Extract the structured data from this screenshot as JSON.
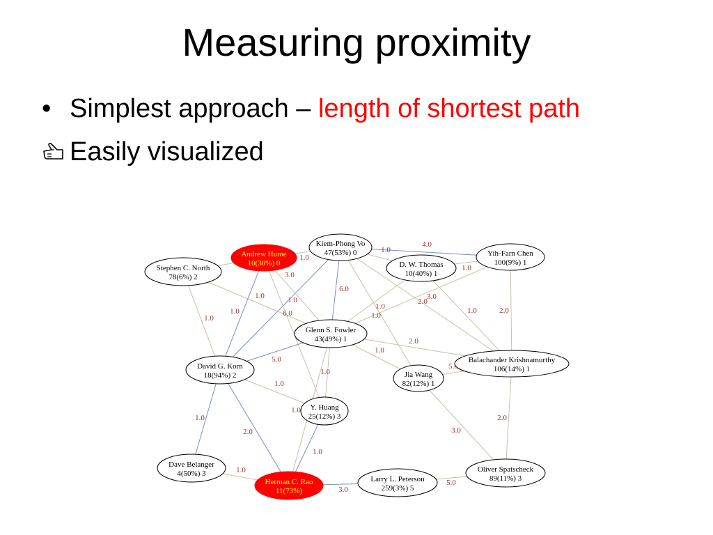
{
  "slide": {
    "title": "Measuring proximity",
    "bullet1_prefix": "Simplest approach – ",
    "bullet1_highlight": "length of shortest path",
    "bullet2": "Easily visualized",
    "bullet1_marker": "•",
    "bullet2_marker_icon": "hand-pointing-icon"
  },
  "colors": {
    "highlight": "#ff0000",
    "highlight_node_text": "#ffff00",
    "edge_label": "#a0302a"
  },
  "graph": {
    "nodes": [
      {
        "id": "kiem",
        "line1": "Kiem-Phong Vo",
        "line2": "47(53%) 0",
        "highlight": false
      },
      {
        "id": "andrew",
        "line1": "Andrew Hume",
        "line2": "10(30%) 0",
        "highlight": true
      },
      {
        "id": "stephen",
        "line1": "Stephen C. North",
        "line2": "78(6%) 2",
        "highlight": false
      },
      {
        "id": "yih",
        "line1": "Yih-Farn Chen",
        "line2": "100(9%) 1",
        "highlight": false
      },
      {
        "id": "thomas",
        "line1": "D. W. Thomas",
        "line2": "10(40%) 1",
        "highlight": false
      },
      {
        "id": "glenn",
        "line1": "Glenn S. Fowler",
        "line2": "43(49%) 1",
        "highlight": false
      },
      {
        "id": "korn",
        "line1": "David G. Korn",
        "line2": "18(94%) 2",
        "highlight": false
      },
      {
        "id": "bala",
        "line1": "Balachander Krishnamurthy",
        "line2": "106(14%) 1",
        "highlight": false
      },
      {
        "id": "jia",
        "line1": "Jia Wang",
        "line2": "82(12%) 1",
        "highlight": false
      },
      {
        "id": "huang",
        "line1": "Y. Huang",
        "line2": "25(12%) 3",
        "highlight": false
      },
      {
        "id": "dave",
        "line1": "Dave Belanger",
        "line2": "4(50%) 3",
        "highlight": false
      },
      {
        "id": "rao",
        "line1": "Herman C. Rao",
        "line2": "11(73%)",
        "highlight": true
      },
      {
        "id": "larry",
        "line1": "Larry L. Peterson",
        "line2": "259(3%) 5",
        "highlight": false
      },
      {
        "id": "oliver",
        "line1": "Oliver Spatscheck",
        "line2": "89(11%) 3",
        "highlight": false
      }
    ],
    "edges": [
      {
        "from": "kiem",
        "to": "yih",
        "label": "4.0"
      },
      {
        "from": "kiem",
        "to": "thomas",
        "label": "1.0"
      },
      {
        "from": "andrew",
        "to": "kiem",
        "label": "1.0"
      },
      {
        "from": "kiem",
        "to": "korn",
        "label": "3.0"
      },
      {
        "from": "kiem",
        "to": "glenn",
        "label": "6.0"
      },
      {
        "from": "kiem",
        "to": "jia",
        "label": "1.0"
      },
      {
        "from": "kiem",
        "to": "bala",
        "label": "2.0"
      },
      {
        "from": "stephen",
        "to": "andrew",
        "label": ""
      },
      {
        "from": "stephen",
        "to": "glenn",
        "label": "1.0"
      },
      {
        "from": "stephen",
        "to": "korn",
        "label": "1.0"
      },
      {
        "from": "andrew",
        "to": "korn",
        "label": "1.0"
      },
      {
        "from": "andrew",
        "to": "glenn",
        "label": "1.0"
      },
      {
        "from": "andrew",
        "to": "huang",
        "label": "6.0"
      },
      {
        "from": "thomas",
        "to": "yih",
        "label": "1.0"
      },
      {
        "from": "thomas",
        "to": "glenn",
        "label": "1.0"
      },
      {
        "from": "yih",
        "to": "glenn",
        "label": "3.0"
      },
      {
        "from": "yih",
        "to": "bala",
        "label": "2.0"
      },
      {
        "from": "thomas",
        "to": "bala",
        "label": "1.0"
      },
      {
        "from": "glenn",
        "to": "korn",
        "label": "5.0"
      },
      {
        "from": "glenn",
        "to": "bala",
        "label": "2.0"
      },
      {
        "from": "glenn",
        "to": "jia",
        "label": "1.0"
      },
      {
        "from": "glenn",
        "to": "huang",
        "label": "1.0"
      },
      {
        "from": "glenn",
        "to": "rao",
        "label": "1.0"
      },
      {
        "from": "korn",
        "to": "huang",
        "label": "1.0"
      },
      {
        "from": "korn",
        "to": "dave",
        "label": "1.0"
      },
      {
        "from": "korn",
        "to": "rao",
        "label": "2.0"
      },
      {
        "from": "huang",
        "to": "rao",
        "label": "1.0"
      },
      {
        "from": "dave",
        "to": "rao",
        "label": "1.0"
      },
      {
        "from": "rao",
        "to": "larry",
        "label": "3.0"
      },
      {
        "from": "larry",
        "to": "oliver",
        "label": "5.0"
      },
      {
        "from": "jia",
        "to": "bala",
        "label": "5.0"
      },
      {
        "from": "jia",
        "to": "oliver",
        "label": "3.0"
      },
      {
        "from": "bala",
        "to": "oliver",
        "label": "2.0"
      }
    ]
  }
}
